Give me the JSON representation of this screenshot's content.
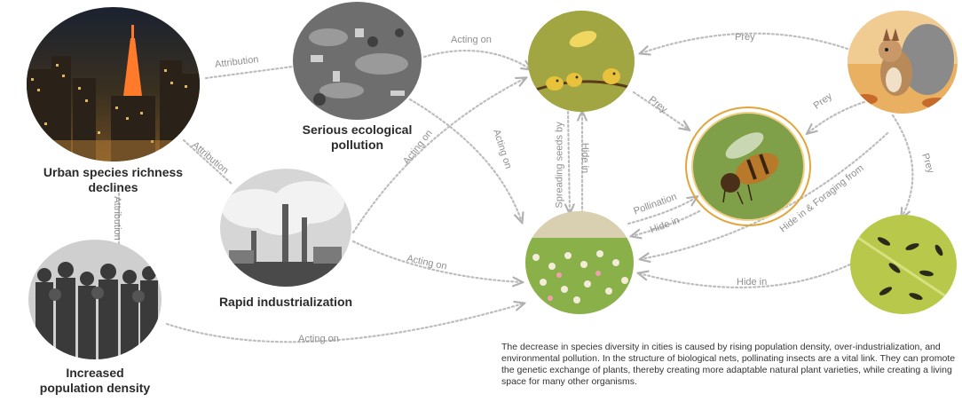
{
  "nodes": {
    "urban": {
      "title_line1": "Urban species richness",
      "title_line2": "declines",
      "icon": "city-night-skyline"
    },
    "pollution": {
      "title_line1": "Serious ecological",
      "title_line2": "pollution",
      "icon": "garbage-pollution"
    },
    "industrial": {
      "title": "Rapid industrialization",
      "icon": "factory-smokestacks"
    },
    "population": {
      "title_line1": "Increased",
      "title_line2": "population density",
      "icon": "crowd-silhouettes"
    },
    "birds": {
      "icon": "birds-on-branch"
    },
    "squirrel": {
      "icon": "squirrel"
    },
    "bee": {
      "icon": "bee"
    },
    "flowers": {
      "icon": "flower-meadow"
    },
    "ants": {
      "icon": "ants-on-leaf"
    }
  },
  "edges": {
    "attribution_top": "Attribution",
    "attribution_diag": "Attribution",
    "attribution_vert": "Attribution",
    "acting_on_birds": "Acting on",
    "acting_on_flowers_down": "Acting on",
    "acting_on_industrial_up": "Acting on",
    "acting_on_industrial_flowers": "Acting on",
    "acting_on_population": "Acting on",
    "prey_top": "Prey",
    "prey_birds_bee": "Prey",
    "prey_squirrel_bee": "Prey",
    "prey_squirrel_ants": "Prey",
    "spreading_seeds": "Spreading seeds by",
    "hide_in_birds": "Hide in",
    "pollination": "Pollination",
    "hide_in_bee": "Hide in",
    "hide_foraging": "Hide in &  Foraging from",
    "hide_in_ants": "Hide in"
  },
  "caption": "The decrease in species diversity in cities is caused by rising population density, over-industrialization, and environmental pollution.  In the structure of biological nets, pollinating insects are a vital link.  They can promote the genetic exchange of plants, thereby creating more adaptable natural plant varieties, while creating a living space for many other organisms.",
  "colors": {
    "line": "#b9b9b9",
    "label": "#8f8f8f",
    "bee_ring": "#e3a43a"
  }
}
